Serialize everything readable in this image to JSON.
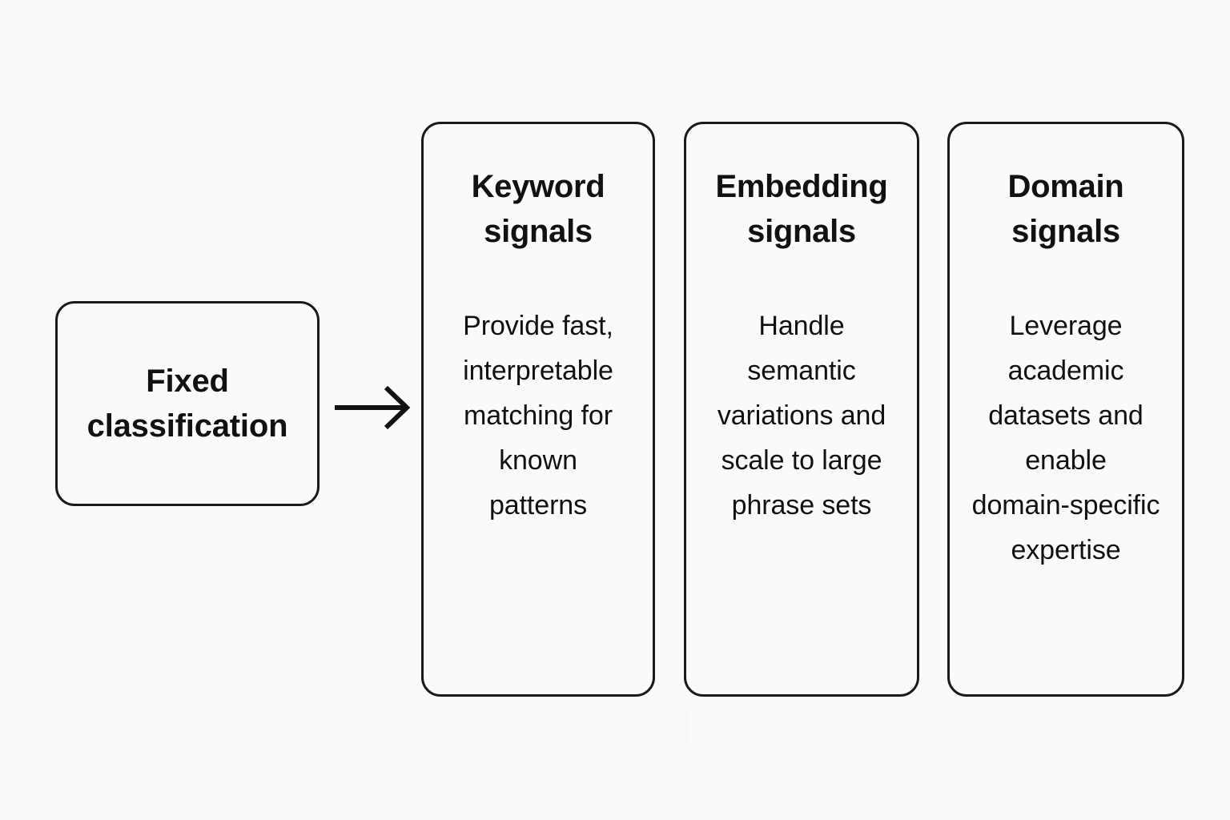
{
  "diagram": {
    "background_color": "#fafafa",
    "stroke_color": "#1a1a1a",
    "text_color": "#111111",
    "source": {
      "title": "Fixed\nclassification"
    },
    "connector": {
      "icon": "arrow-right-icon",
      "from": "Fixed classification",
      "to": "Keyword signals"
    },
    "columns": [
      {
        "id": "keyword-signals",
        "title": "Keyword\nsignals",
        "body": "Provide fast,\ninterpretable\nmatching for\nknown\npatterns"
      },
      {
        "id": "embedding-signals",
        "title": "Embedding\nsignals",
        "body": "Handle\nsemantic\nvariations and\nscale to large\nphrase sets"
      },
      {
        "id": "domain-signals",
        "title": "Domain\nsignals",
        "body": "Leverage\nacademic\ndatasets and\nenable\ndomain-specific\nexpertise"
      }
    ]
  }
}
